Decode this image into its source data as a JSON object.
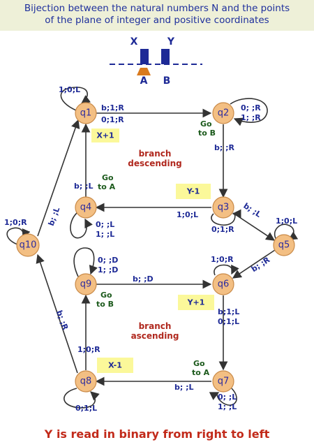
{
  "header": {
    "line1": "Bijection between the natural numbers N and the points",
    "line2": "of the plane of integer and positive coordinates"
  },
  "tape": {
    "x": "X",
    "y": "Y",
    "a": "A",
    "b": "B"
  },
  "states": {
    "q1": "q1",
    "q2": "q2",
    "q3": "q3",
    "q4": "q4",
    "q5": "q5",
    "q6": "q6",
    "q7": "q7",
    "q8": "q8",
    "q9": "q9",
    "q10": "q10"
  },
  "labels": {
    "q1_loop": "1;0;L",
    "q1_q2_a": "b;1;R",
    "q1_q2_b": "0;1;R",
    "q2_loop_a": "0; ;R",
    "q2_loop_b": "1; ;R",
    "q2_goto_a": "Go",
    "q2_goto_b": "to B",
    "q2_q3": "b; ;R",
    "q3_q4": "1;0;L",
    "q3_loop": "0;1;R",
    "q3_q5": "b; ;L",
    "q5_loop": "1;0;L",
    "q5_q6": "b; ;R",
    "q4_goto_a": "Go",
    "q4_goto_b": "to A",
    "q4_q1": "b; ;L",
    "q4_loop_a": "0; ;L",
    "q4_loop_b": "1; ;L",
    "q10_loop": "1;0;R",
    "q10_q1": "b; ;L",
    "q8_q10": "b; ;R",
    "q6_loop": "1;0;R",
    "q9_loop_a": "0; ;D",
    "q9_loop_b": "1; ;D",
    "q9_q6": "b; ;D",
    "q9_goto_a": "Go",
    "q9_goto_b": "to B",
    "q6_q7_a": "b;1;L",
    "q6_q7_b": "0;1;L",
    "q7_goto_a": "Go",
    "q7_goto_b": "to A",
    "q7_q8": "b; ;L",
    "q7_loop_a": "0; ;L",
    "q7_loop_b": "1; ;L",
    "q8_q9": "1;0;R",
    "q8_loop": "0;1;L"
  },
  "boxes": {
    "x_plus": "X+1",
    "y_minus": "Y-1",
    "y_plus": "Y+1",
    "x_minus": "X-1"
  },
  "branches": {
    "desc_a": "branch",
    "desc_b": "descending",
    "asc_a": "branch",
    "asc_b": "ascending"
  },
  "footer": "Y is read in binary from right to left",
  "colors": {
    "state_fill": "#f3bf83",
    "label_blue": "#1e2a96",
    "green": "#1c5a1c",
    "red": "#b0281e",
    "box_yellow": "#fbf89a",
    "header_bg": "#eef0d8"
  }
}
